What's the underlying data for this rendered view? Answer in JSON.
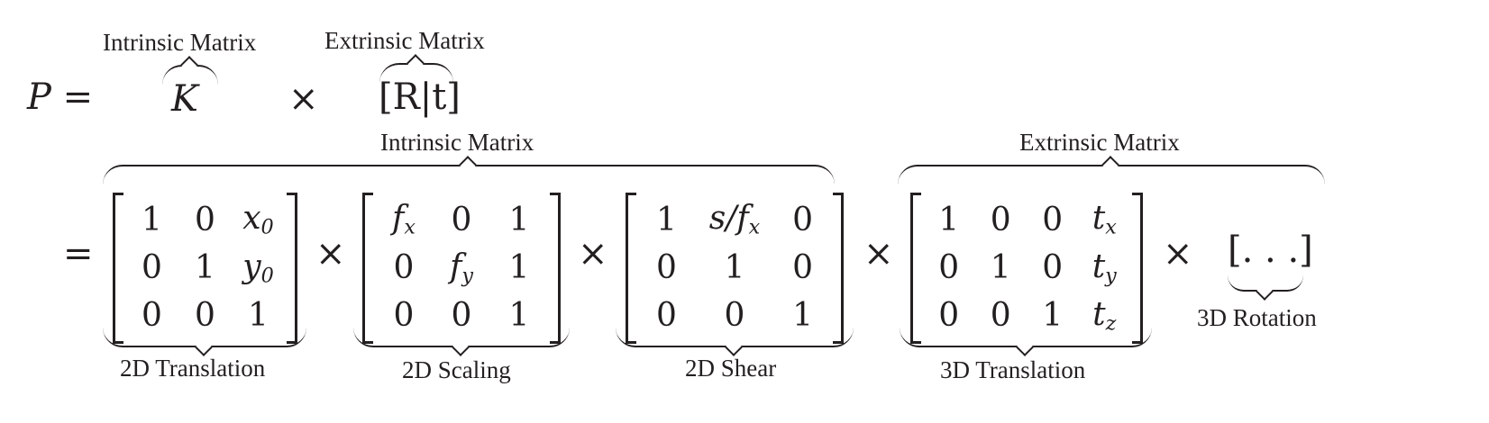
{
  "row1": {
    "lhs": "P =",
    "intrinsic_label": "Intrinsic Matrix",
    "K": "K",
    "times": "×",
    "extrinsic_label": "Extrinsic Matrix",
    "Rt": "[R|t]"
  },
  "row2": {
    "equals": "=",
    "intrinsic_label": "Intrinsic Matrix",
    "extrinsic_label": "Extrinsic Matrix",
    "times": "×",
    "rotation_placeholder": "[. . .]",
    "rotation_label": "3D Rotation"
  },
  "matrices": [
    {
      "label": "2D Translation",
      "cols": 3,
      "cells": [
        [
          "1",
          "0",
          "x0"
        ],
        [
          "0",
          "1",
          "y0"
        ],
        [
          "0",
          "0",
          "1"
        ]
      ]
    },
    {
      "label": "2D Scaling",
      "cols": 3,
      "cells": [
        [
          "fx",
          "0",
          "1"
        ],
        [
          "0",
          "fy",
          "1"
        ],
        [
          "0",
          "0",
          "1"
        ]
      ]
    },
    {
      "label": "2D Shear",
      "cols": 3,
      "cells": [
        [
          "1",
          "s/fx",
          "0"
        ],
        [
          "0",
          "1",
          "0"
        ],
        [
          "0",
          "0",
          "1"
        ]
      ]
    },
    {
      "label": "3D Translation",
      "cols": 4,
      "cells": [
        [
          "1",
          "0",
          "0",
          "tx"
        ],
        [
          "0",
          "1",
          "0",
          "ty"
        ],
        [
          "0",
          "0",
          "1",
          "tz"
        ]
      ]
    }
  ]
}
